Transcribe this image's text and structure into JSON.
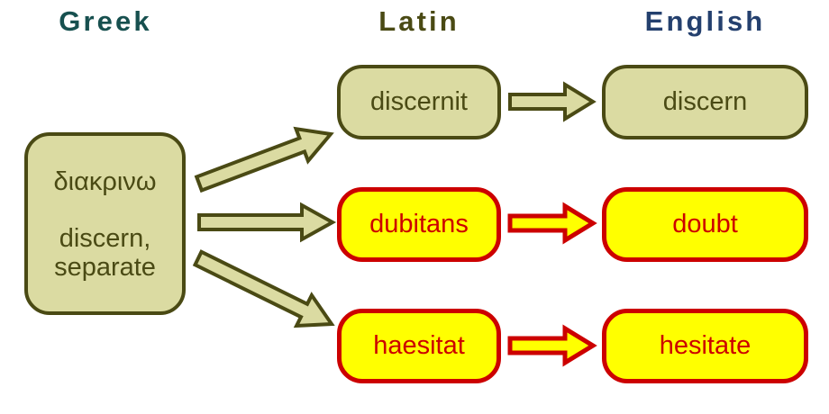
{
  "columns": [
    {
      "label": "Greek"
    },
    {
      "label": "Latin"
    },
    {
      "label": "English"
    }
  ],
  "greek_box": {
    "term": "διακρινω",
    "gloss": "discern,\nseparate"
  },
  "rows": [
    {
      "latin": "discernit",
      "english": "discern",
      "style": "olive"
    },
    {
      "latin": "dubitans",
      "english": "doubt",
      "style": "yellow"
    },
    {
      "latin": "haesitat",
      "english": "hesitate",
      "style": "yellow"
    }
  ],
  "colors": {
    "olive_fill": "#dbdba2",
    "olive_dark": "#4a4a14",
    "yellow": "#ffff00",
    "red": "#cc0000",
    "teal": "#17504f",
    "navy": "#24406e"
  }
}
